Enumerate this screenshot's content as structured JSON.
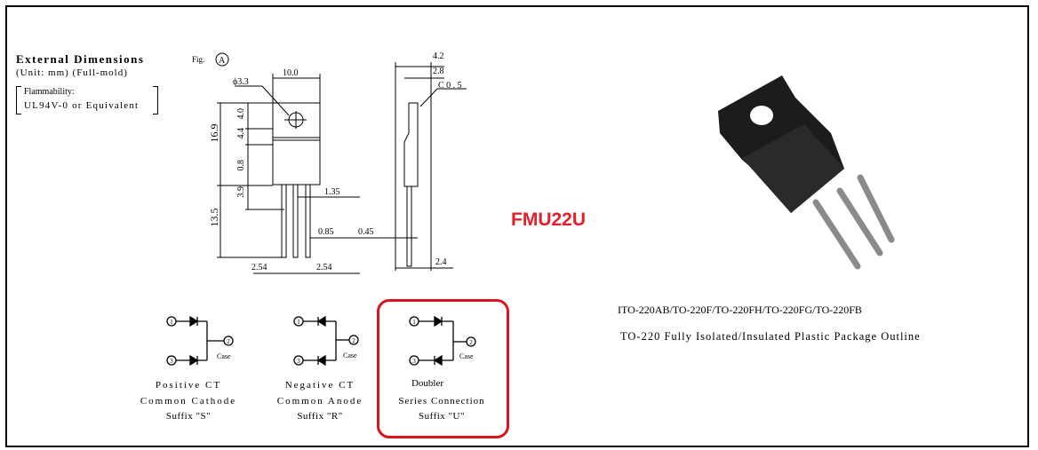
{
  "heading": {
    "title": "External Dimensions",
    "unit": "(Unit: mm) (Full-mold)",
    "flammability_label": "Flammability:",
    "flammability_value": "UL94V-0 or Equivalent"
  },
  "figure": {
    "label": "Fig.",
    "marker": "A",
    "dimensions": {
      "hole": "ϕ3.3",
      "width": "10.0",
      "d4_0": "4.0",
      "d4_4": "4.4",
      "d16_9": "16.9",
      "d0_8": "0.8",
      "d3_9": "3.9",
      "d13_5": "13.5",
      "d1_35": "1.35",
      "d0_85": "0.85",
      "pitch_left": "2.54",
      "pitch_right": "2.54",
      "d4_2": "4.2",
      "d2_8": "2.8",
      "chamfer": "C 0 . 5",
      "d0_45": "0.45",
      "d2_4": "2.4"
    }
  },
  "part_number": "FMU22U",
  "package": {
    "types": "ITO-220AB/TO-220F/TO-220FH/TO-220FG/TO-220FB",
    "description": "TO-220 Fully Isolated/Insulated Plastic Package Outline"
  },
  "circuits": [
    {
      "pin1": "1",
      "pin2": "2",
      "pin3": "3",
      "case": "Case",
      "line1": "Positive CT",
      "line2": "Common Cathode",
      "line3": "Suffix \"S\""
    },
    {
      "pin1": "1",
      "pin2": "2",
      "pin3": "3",
      "case": "Case",
      "line1": "Negative CT",
      "line2": "Common Anode",
      "line3": "Suffix \"R\""
    },
    {
      "pin1": "1",
      "pin2": "2",
      "pin3": "3",
      "case": "Case",
      "line1": "Doubler",
      "line2": "Series Connection",
      "line3": "Suffix \"U\""
    }
  ],
  "colors": {
    "highlight": "#d9141e",
    "part_number": "#e0202a"
  }
}
